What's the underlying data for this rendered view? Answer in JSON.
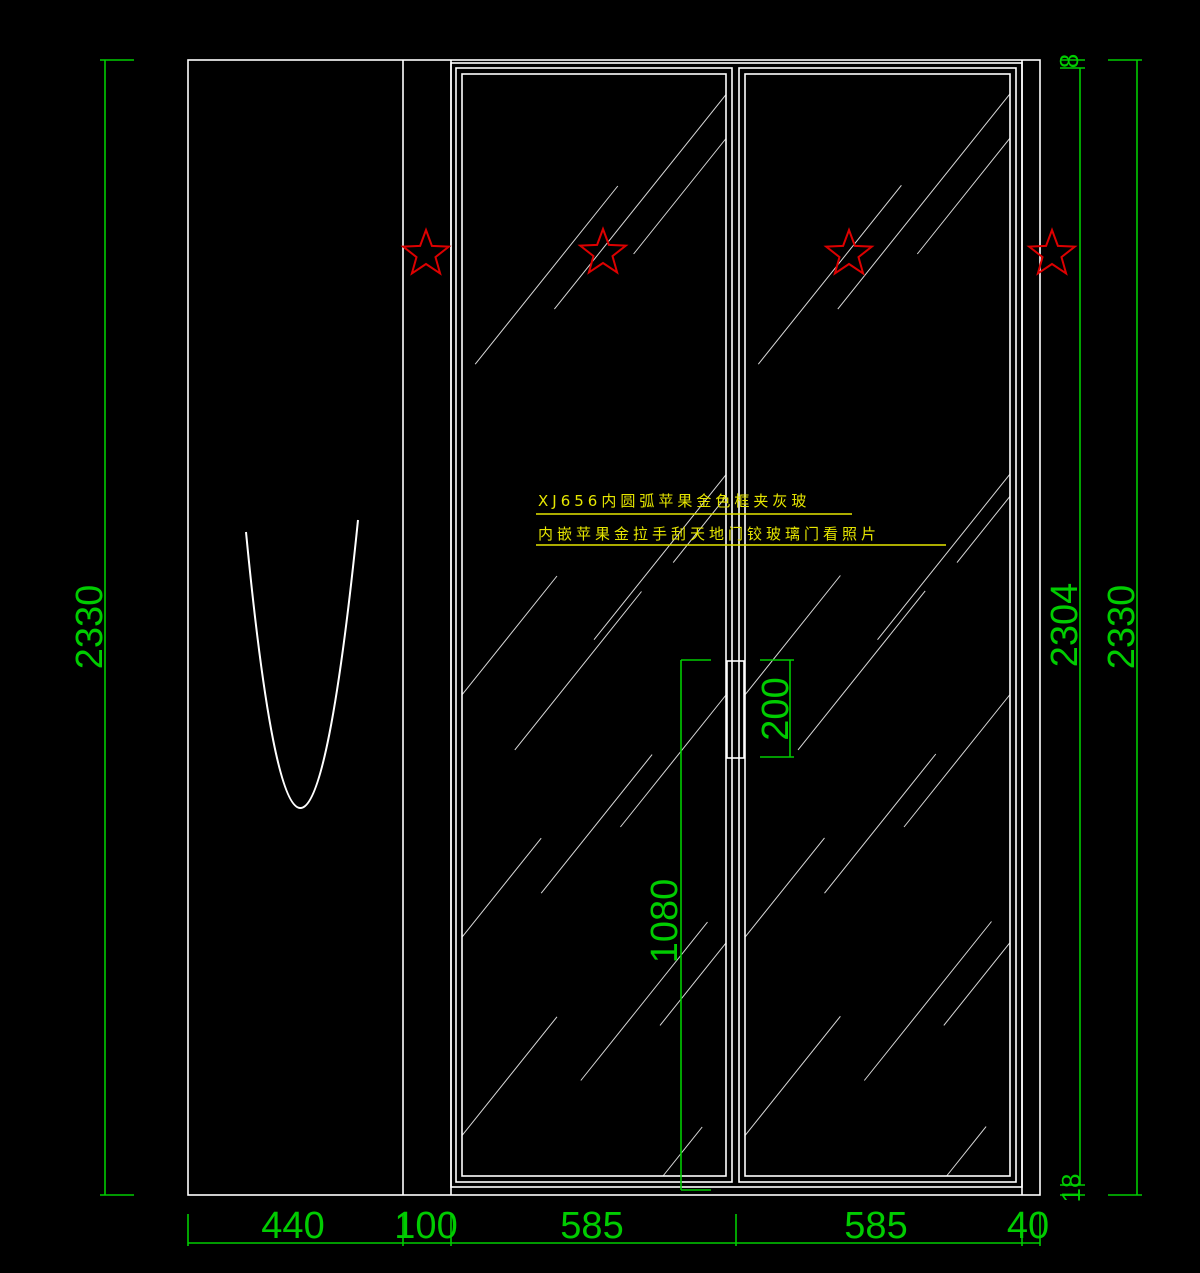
{
  "colors": {
    "background": "#000000",
    "outline": "#ffffff",
    "dimension": "#00cc00",
    "annotation": "#e6e600",
    "marker": "#dd0000"
  },
  "dimensions": {
    "overall_height_left": "2330",
    "overall_height_right": "2330",
    "door_height": "2304",
    "top_gap": "8",
    "bottom_gap": "18",
    "handle_length": "200",
    "handle_height": "1080",
    "width_panel": "440",
    "width_post": "100",
    "width_door_left": "585",
    "width_door_right": "585",
    "width_frame_right": "40"
  },
  "annotation": {
    "line1": "XJ656内圆弧苹果金色框夹灰玻",
    "line2": "内嵌苹果金拉手刮天地门铰玻璃门看照片"
  },
  "markers": {
    "shape": "star-icon",
    "count": 4
  }
}
